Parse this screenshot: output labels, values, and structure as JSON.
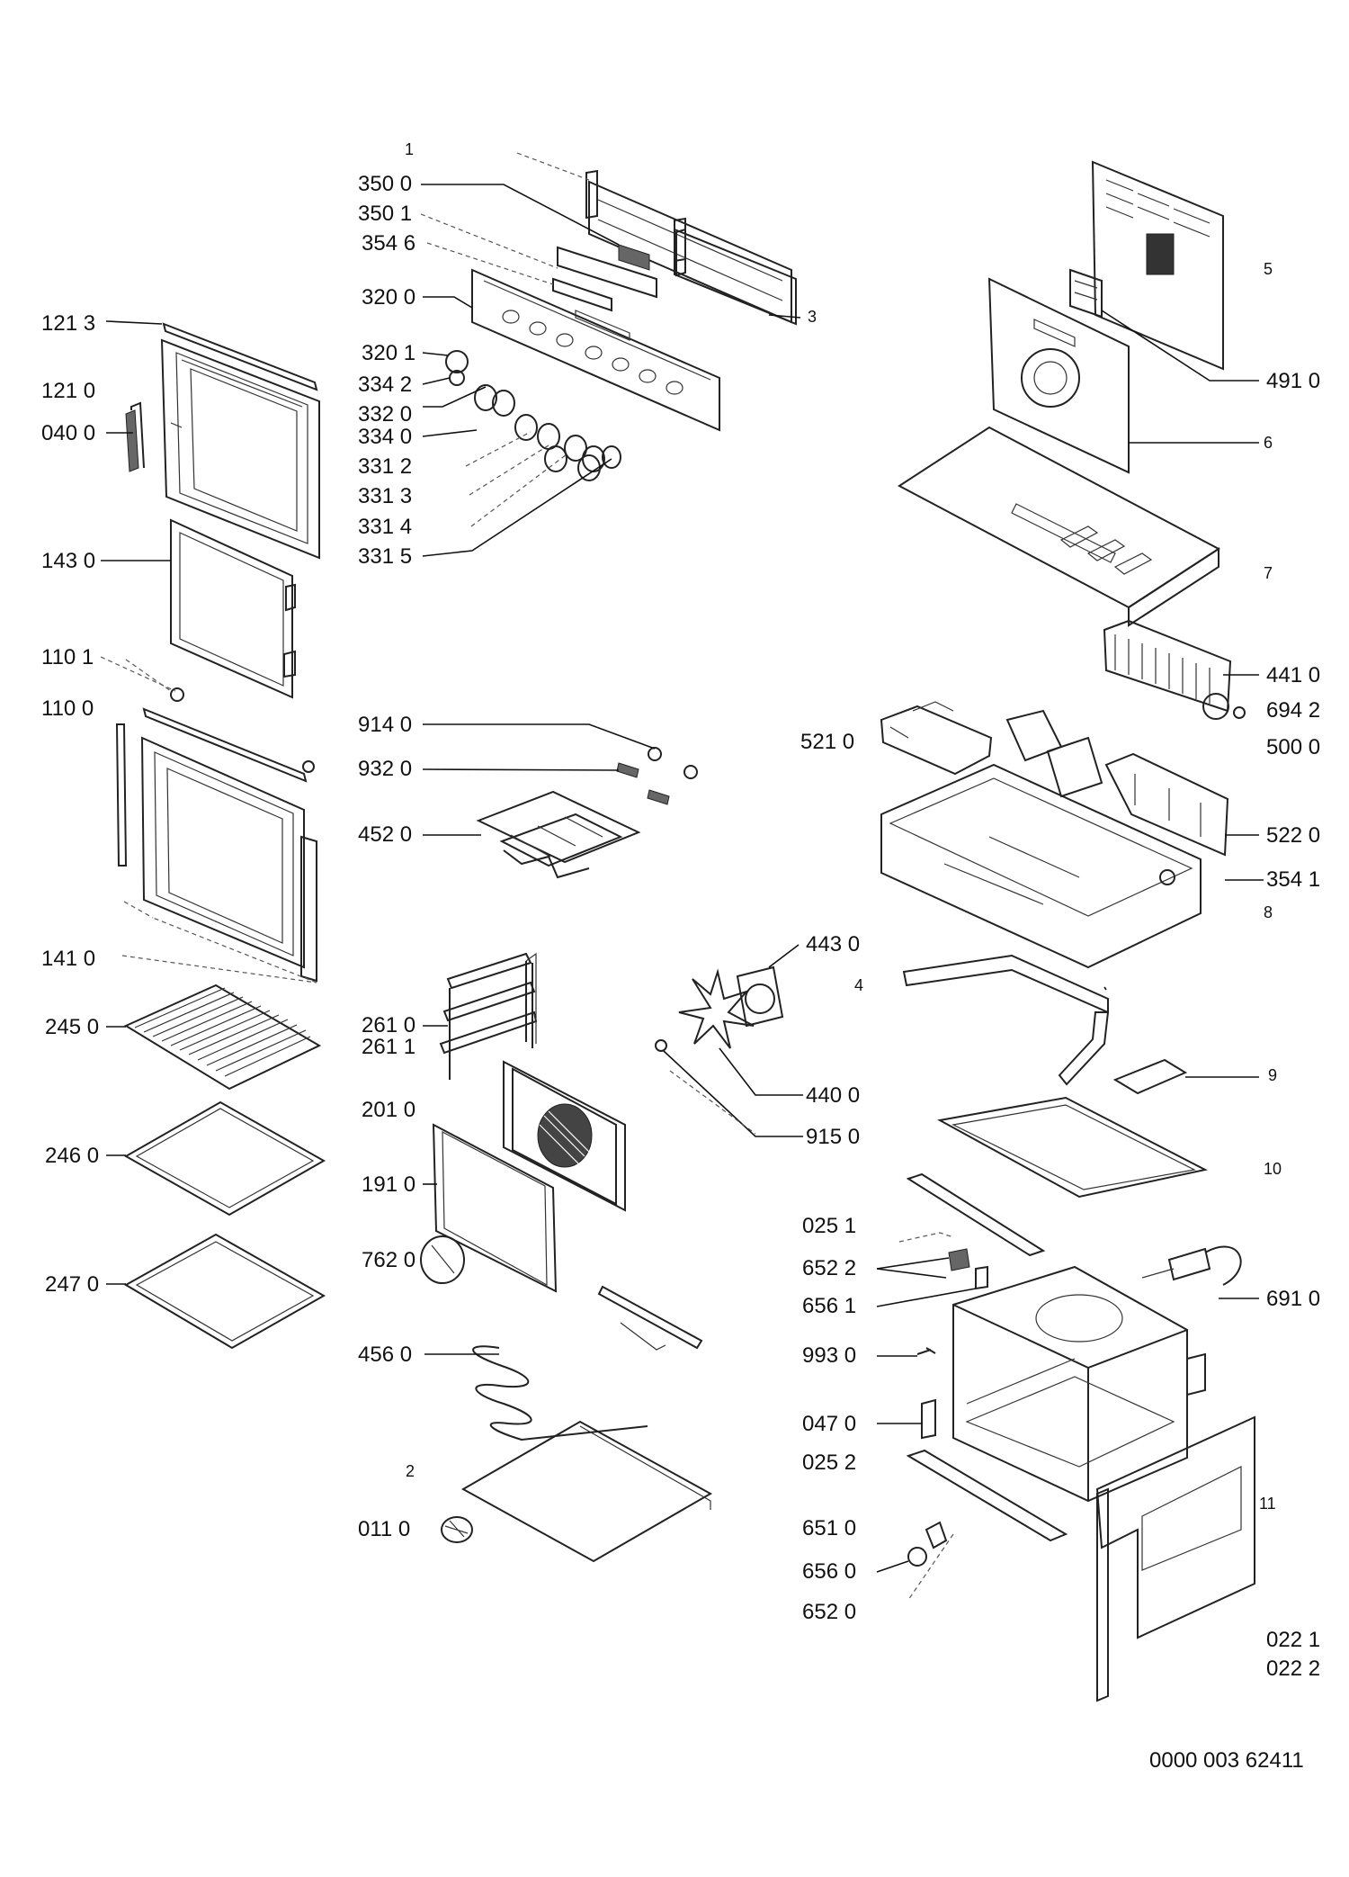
{
  "diagram": {
    "left_labels": {
      "l1213": "121 3",
      "l1210": "121 0",
      "l0400": "040 0",
      "l1430": "143 0",
      "l1101": "110 1",
      "l1100": "110 0",
      "l1410": "141 0",
      "l2450": "245 0",
      "l2460": "246 0",
      "l2470": "247 0"
    },
    "center_labels": {
      "c1": "1",
      "c3500": "350 0",
      "c3501": "350 1",
      "c3546": "354 6",
      "c3200": "320 0",
      "c3201": "320 1",
      "c3342": "334 2",
      "c3320": "332 0",
      "c3340": "334 0",
      "c3312": "331 2",
      "c3313": "331 3",
      "c3314": "331 4",
      "c3315": "331 5",
      "c3": "3",
      "c9140": "914 0",
      "c9320": "932 0",
      "c4520": "452 0",
      "c2610": "261 0",
      "c2611": "261 1",
      "c2010": "201 0",
      "c1910": "191 0",
      "c7620": "762 0",
      "c4560": "456 0",
      "c2": "2",
      "c0110": "011 0"
    },
    "mid_labels": {
      "m4430": "443 0",
      "m4": "4",
      "m4400": "440 0",
      "m9150": "915 0",
      "m5210": "521 0",
      "m0251": "025 1",
      "m6522": "652 2",
      "m6561": "656 1",
      "m9930": "993 0",
      "m0470": "047 0",
      "m0252": "025 2",
      "m6510": "651 0",
      "m6560": "656 0",
      "m6520": "652 0"
    },
    "right_labels": {
      "r5": "5",
      "r4910": "491 0",
      "r6": "6",
      "r7": "7",
      "r4410": "441 0",
      "r6942": "694 2",
      "r5000": "500 0",
      "r5220": "522 0",
      "r3541": "354 1",
      "r8": "8",
      "r9": "9",
      "r10": "10",
      "r6910": "691 0",
      "r11": "11",
      "r0221": "022 1",
      "r0222": "022 2"
    },
    "document_number": "0000 003 62411"
  }
}
